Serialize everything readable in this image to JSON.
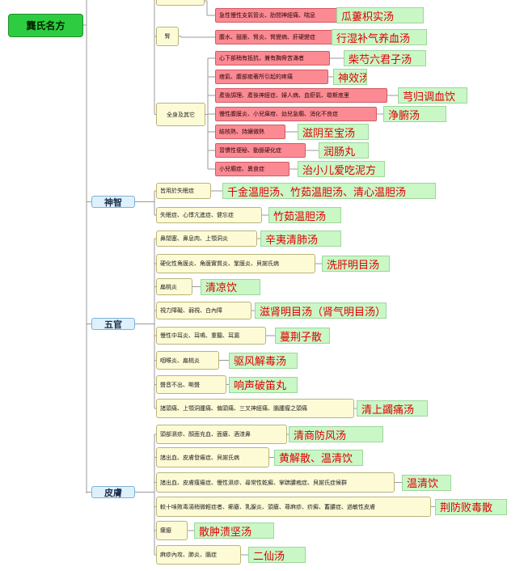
{
  "title": "龔氏名方",
  "colors": {
    "root": "#2ecc40",
    "category": "#ddf0fb",
    "symptom": "#fdfbd6",
    "sub_symptom": "#fb8a93",
    "remedy_bg": "#c9f7c6",
    "remedy_text": "#e00000",
    "line": "#9a9a9a"
  },
  "top_group": [
    {
      "label": "",
      "items": [
        {
          "symptom": "急性慢性支氣管炎、肋間神經痛、喘息",
          "remedy": "瓜蔞枳实汤"
        }
      ]
    },
    {
      "label": "腎",
      "items": [
        {
          "symptom": "腹水、鼓脹、腎炎、腎變病、肝硬變症",
          "remedy": "行湿补气养血汤"
        }
      ]
    },
    {
      "label": "全身及其它",
      "items": [
        {
          "symptom": "心下部稍有抵抗，兼有胸脅苦滿者",
          "remedy": "柴芍六君子汤"
        },
        {
          "symptom": "痞氣、腹部癒著所引起的疼痛",
          "remedy": "神效汤"
        },
        {
          "symptom": "產後調理、產後神經症、婦人病、血瘀氣、歇斯底里",
          "remedy": "芎归调血饮"
        },
        {
          "symptom": "慢性腹膜炎、小兒痺疳、幼兒急癇、消化不良症",
          "remedy": "浄腑汤"
        },
        {
          "symptom": "結核熱、持續微熱",
          "remedy": "滋阴至宝汤"
        },
        {
          "symptom": "習慣性便秘、動脈硬化症",
          "remedy": "润肠丸"
        },
        {
          "symptom": "小兒癇症、異食症",
          "remedy": "治小儿爱吃泥方"
        }
      ]
    }
  ],
  "categories": [
    {
      "name": "神智",
      "items": [
        {
          "symptom": "皆用於失眠症",
          "remedy": "千金温胆汤、竹茹温胆汤、清心温胆汤"
        },
        {
          "symptom": "失眠症、心悸亢進症、健忘症",
          "remedy": "竹茹温胆汤"
        }
      ]
    },
    {
      "name": "五官",
      "items": [
        {
          "symptom": "鼻閉塞、鼻息肉、上顎洞炎",
          "remedy": "辛夷清肺汤"
        },
        {
          "symptom": "硬化性角膜炎、角膜實質炎、鞏膜炎、貝謝氏病",
          "remedy": "洗肝明目汤"
        },
        {
          "symptom": "扁桃炎",
          "remedy": "清凉饮"
        },
        {
          "symptom": "視力障礙、弱視、白內障",
          "remedy": "滋肾明目汤（肾气明目汤）"
        },
        {
          "symptom": "慢性中耳炎、耳鳴、重聽、耳漏",
          "remedy": "蔓荆子散"
        },
        {
          "symptom": "咽喉炎、扁桃炎",
          "remedy": "驱风解毒汤"
        },
        {
          "symptom": "聲音不出、嘶聲",
          "remedy": "响声破笛丸"
        },
        {
          "symptom": "諸頭痛、上顎洞腫痛、偏頭痛、三叉神經痛、腦腫瘤之頭痛",
          "remedy": "清上蠲痛汤"
        }
      ]
    },
    {
      "name": "皮膚",
      "items": [
        {
          "symptom": "頭部濕疹、顏面充血、面瘡、酒渣鼻",
          "remedy": "清商防风汤"
        },
        {
          "symptom": "諸出血、皮膚發癢症、貝謝氏病",
          "remedy": "黄解散、温清饮"
        },
        {
          "symptom": "諸出血、皮膚瘙癢症、慢性濕疹、尋常性乾癬、掌蹠膿疱症、貝謝氏症候群",
          "remedy": "温清饮"
        },
        {
          "symptom": "較十味敗毒湯稍微輕症者、癤瘡、乳腺炎、頭瘡、蕁麻疹、疥癬、蓄膿症、過敏性皮膚",
          "remedy": "荆防败毒散"
        },
        {
          "symptom": "瘰癧",
          "remedy": "散肿溃坚汤"
        },
        {
          "symptom": "麻疹內攻、肺炎、腦症",
          "remedy": "二仙汤"
        }
      ]
    }
  ]
}
